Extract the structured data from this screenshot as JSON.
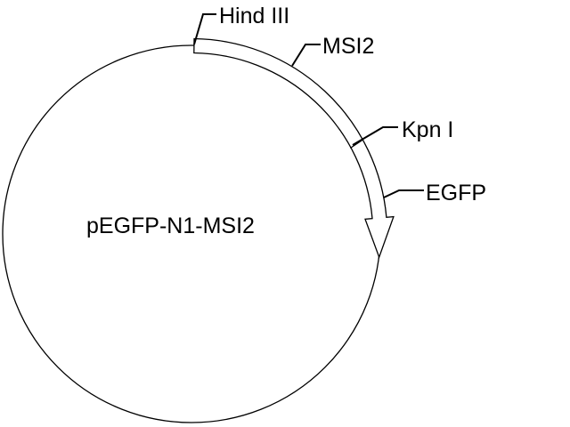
{
  "plasmid": {
    "name": "pEGFP-N1-MSI2"
  },
  "features": [
    {
      "id": "hind-iii",
      "label": "Hind III",
      "type": "restriction-site"
    },
    {
      "id": "msi2",
      "label": "MSI2",
      "type": "insert"
    },
    {
      "id": "kpn-i",
      "label": "Kpn I",
      "type": "restriction-site"
    },
    {
      "id": "egfp",
      "label": "EGFP",
      "type": "gene"
    }
  ],
  "colors": {
    "line": "#000000",
    "background": "#ffffff"
  }
}
